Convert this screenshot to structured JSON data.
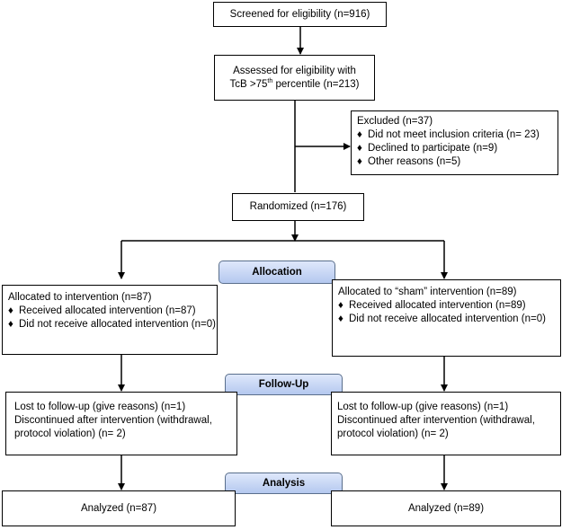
{
  "screened": {
    "text": "Screened for eligibility (n=916)"
  },
  "assessed": {
    "line1": "Assessed for eligibility with",
    "line2_pre": "TcB >75",
    "line2_sup": "th",
    "line2_post": " percentile (n=213)"
  },
  "excluded": {
    "title": "Excluded  (n=37)",
    "bullet": "♦",
    "items": [
      "Did not meet inclusion criteria (n= 23)",
      "Declined to participate (n=9)",
      "Other reasons (n=5)"
    ]
  },
  "randomized": {
    "text": "Randomized (n=176)"
  },
  "stages": {
    "allocation": "Allocation",
    "followup": "Follow-Up",
    "analysis": "Analysis"
  },
  "left": {
    "alloc_title": "Allocated to intervention (n=87)",
    "alloc_items": [
      "Received allocated intervention (n=87)",
      "Did not receive allocated intervention (n=0)"
    ],
    "followup_lines": [
      "Lost to follow-up (give reasons) (n=1)",
      "Discontinued after intervention (withdrawal,",
      "protocol violation) (n= 2)"
    ],
    "analyzed": "Analyzed (n=87)"
  },
  "right": {
    "alloc_title": "Allocated to “sham” intervention (n=89)",
    "alloc_items": [
      "Received allocated intervention (n=89)",
      "Did not receive allocated intervention (n=0)"
    ],
    "followup_lines": [
      "Lost to follow-up (give reasons) (n=1)",
      "Discontinued after intervention (withdrawal,",
      "protocol violation) (n= 2)"
    ],
    "analyzed": "Analyzed (n=89)"
  }
}
